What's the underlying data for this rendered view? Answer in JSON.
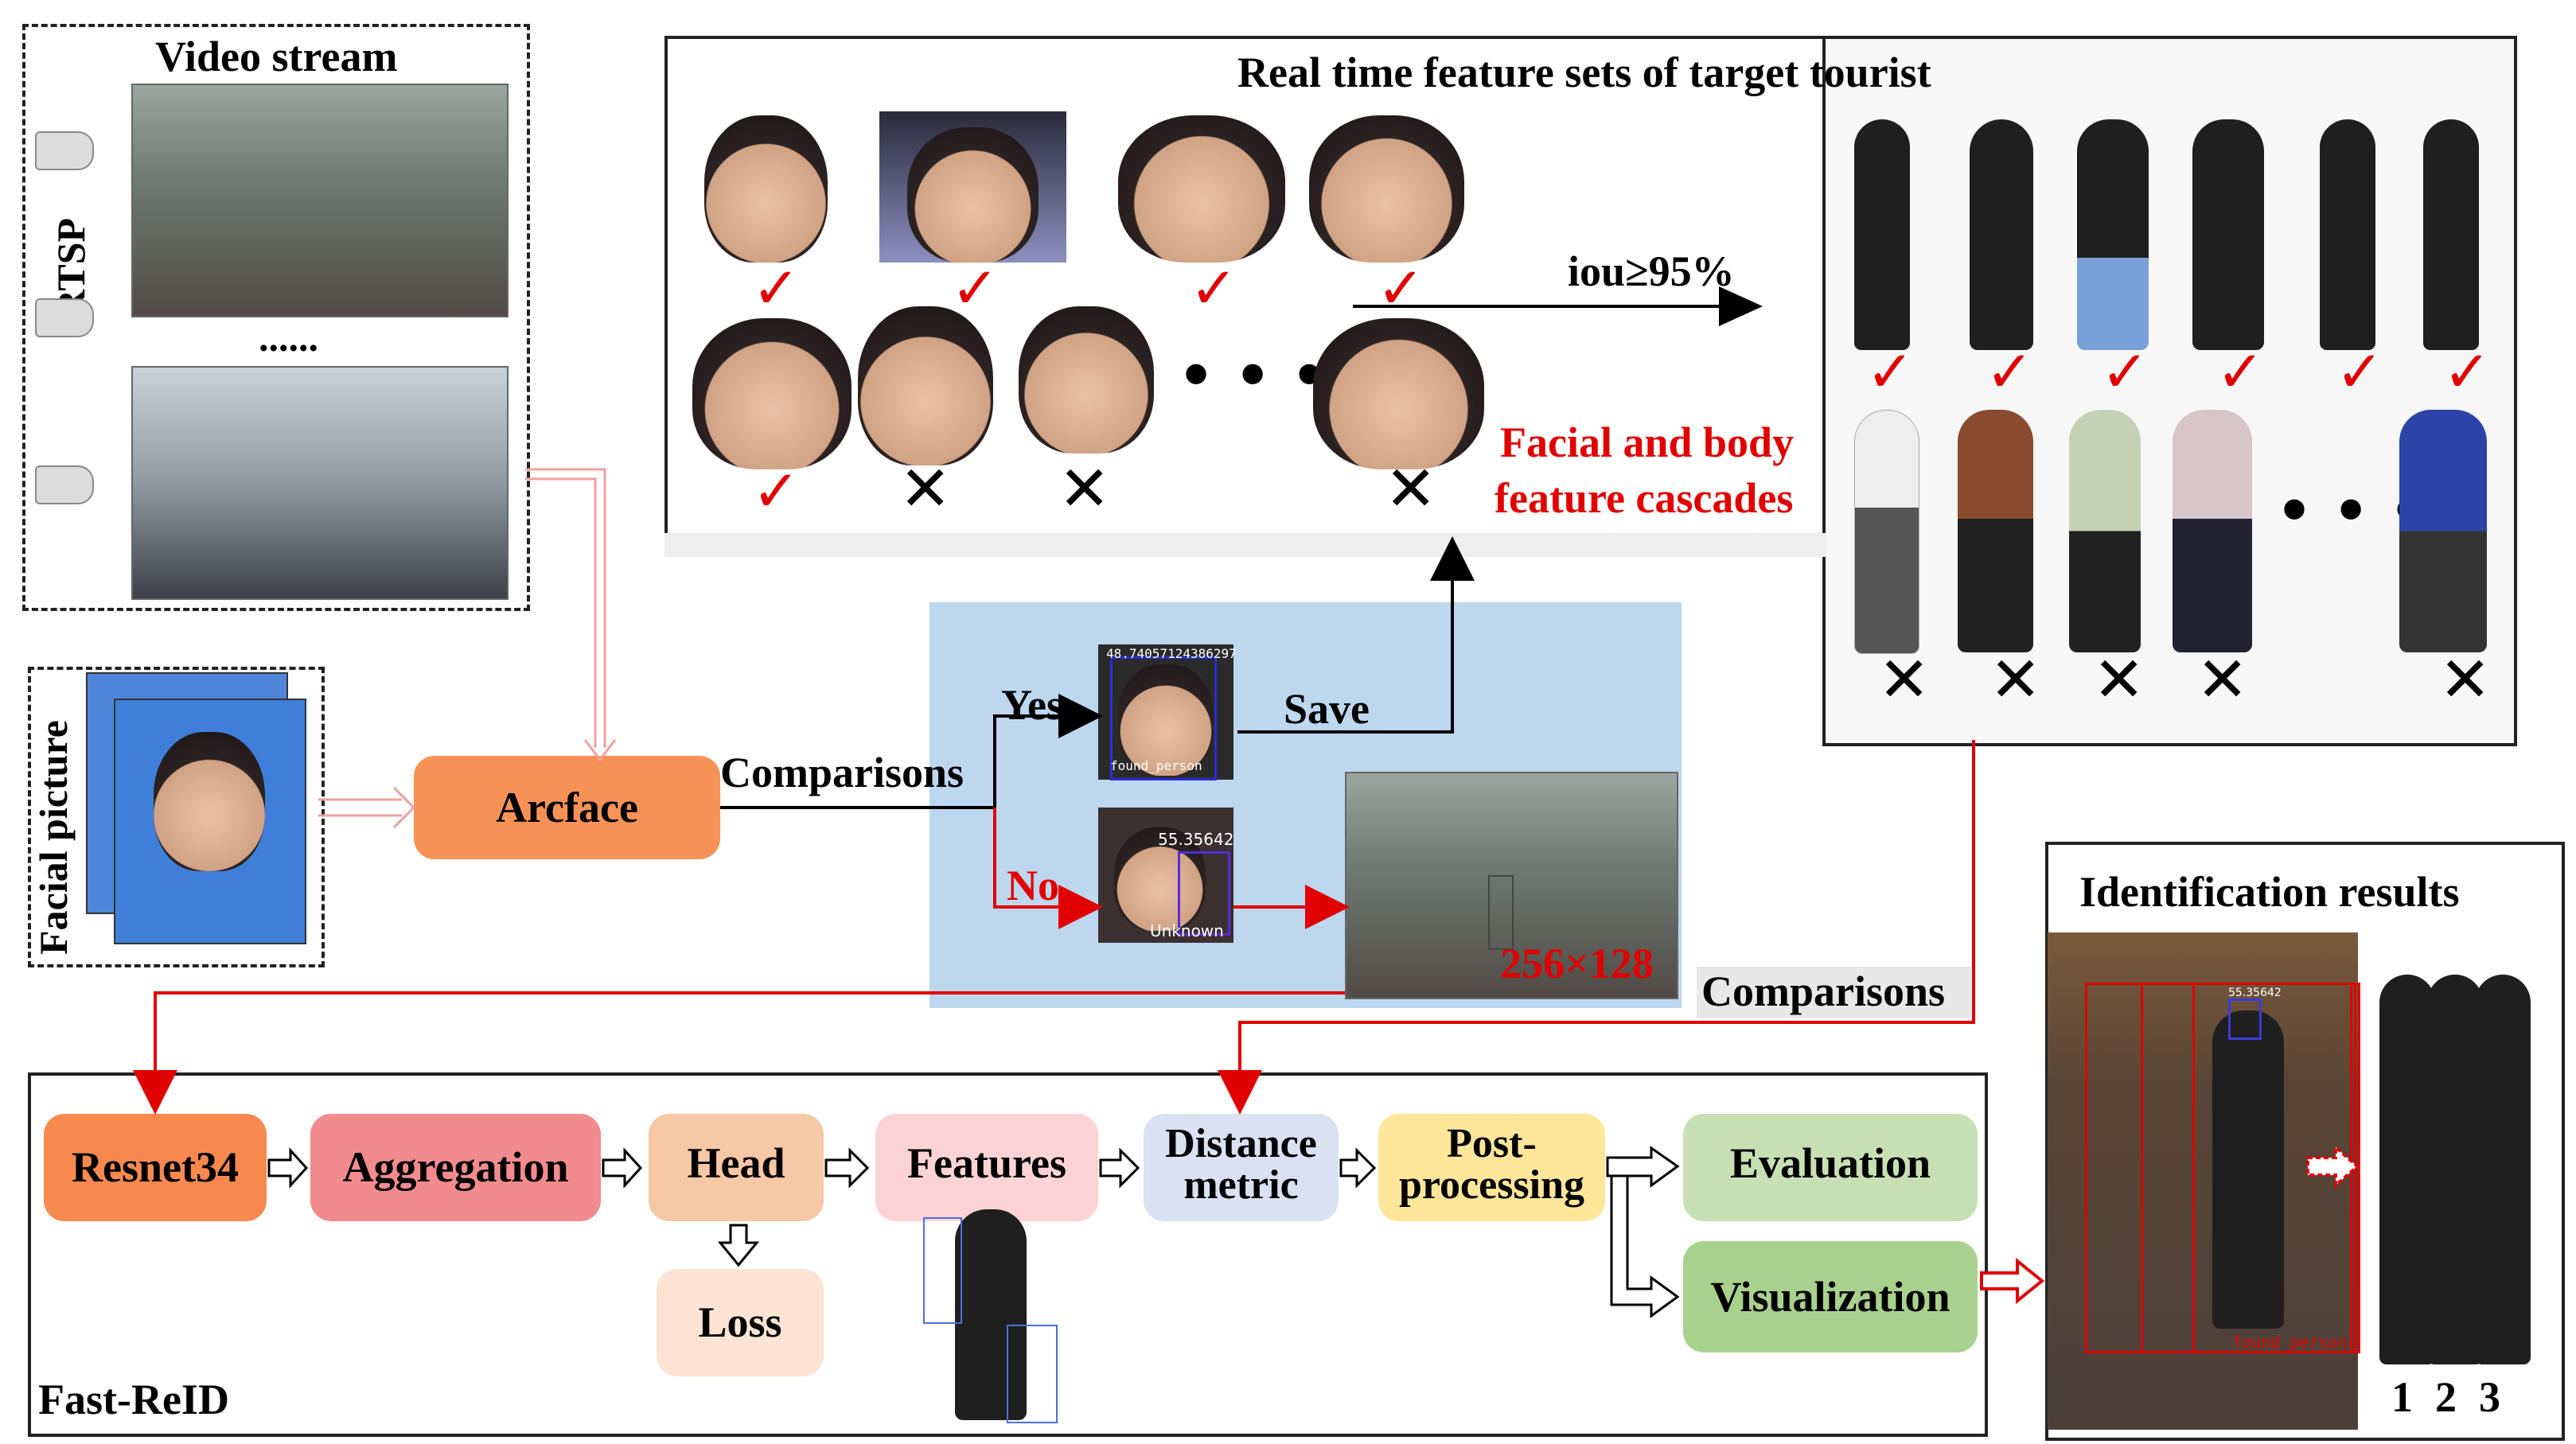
{
  "video_stream": {
    "title": "Video stream",
    "protocol": "RTSP",
    "ellipsis": "......"
  },
  "facial_picture": {
    "label": "Facial picture"
  },
  "arcface": {
    "label": "Arcface"
  },
  "comparison": {
    "label": "Comparisons",
    "yes": "Yes",
    "no": "No",
    "save": "Save",
    "found_score": "48.74057124386297",
    "found_tag": "found_person",
    "unknown_score": "55.35642",
    "unknown_tag": "Unknown",
    "crop_size": "256×128",
    "panel_label": "Comparisons"
  },
  "feature_sets": {
    "title": "Real time feature sets of target tourist",
    "iou": "iou≥95%",
    "cascade_line1": "Facial and body",
    "cascade_line2": "feature cascades",
    "check_symbol": "✓",
    "cross_symbol": "✕",
    "dots": "• • •"
  },
  "fast_reid": {
    "label": "Fast-ReID",
    "resnet": "Resnet34",
    "aggregation": "Aggregation",
    "head": "Head",
    "loss": "Loss",
    "features": "Features",
    "distance_line1": "Distance",
    "distance_line2": "metric",
    "post_line1": "Post-",
    "post_line2": "processing",
    "evaluation": "Evaluation",
    "visualization": "Visualization"
  },
  "identification": {
    "title": "Identification results",
    "frame_score": "55.35642",
    "frame_tag": "found_person",
    "numbers": [
      "1",
      "2",
      "3"
    ]
  },
  "colors": {
    "arcface": "#f79256",
    "resnet": "#f7894f",
    "aggregation": "#f28b8e",
    "head": "#f7c8a5",
    "loss": "#fbe4d3",
    "features": "#fcd3d4",
    "distance": "#d9e1f3",
    "post": "#fde59a",
    "evaluation": "#c6e0b4",
    "visualization": "#a9d18e",
    "comparison_panel": "#bdd7ee",
    "red": "#e10000"
  }
}
